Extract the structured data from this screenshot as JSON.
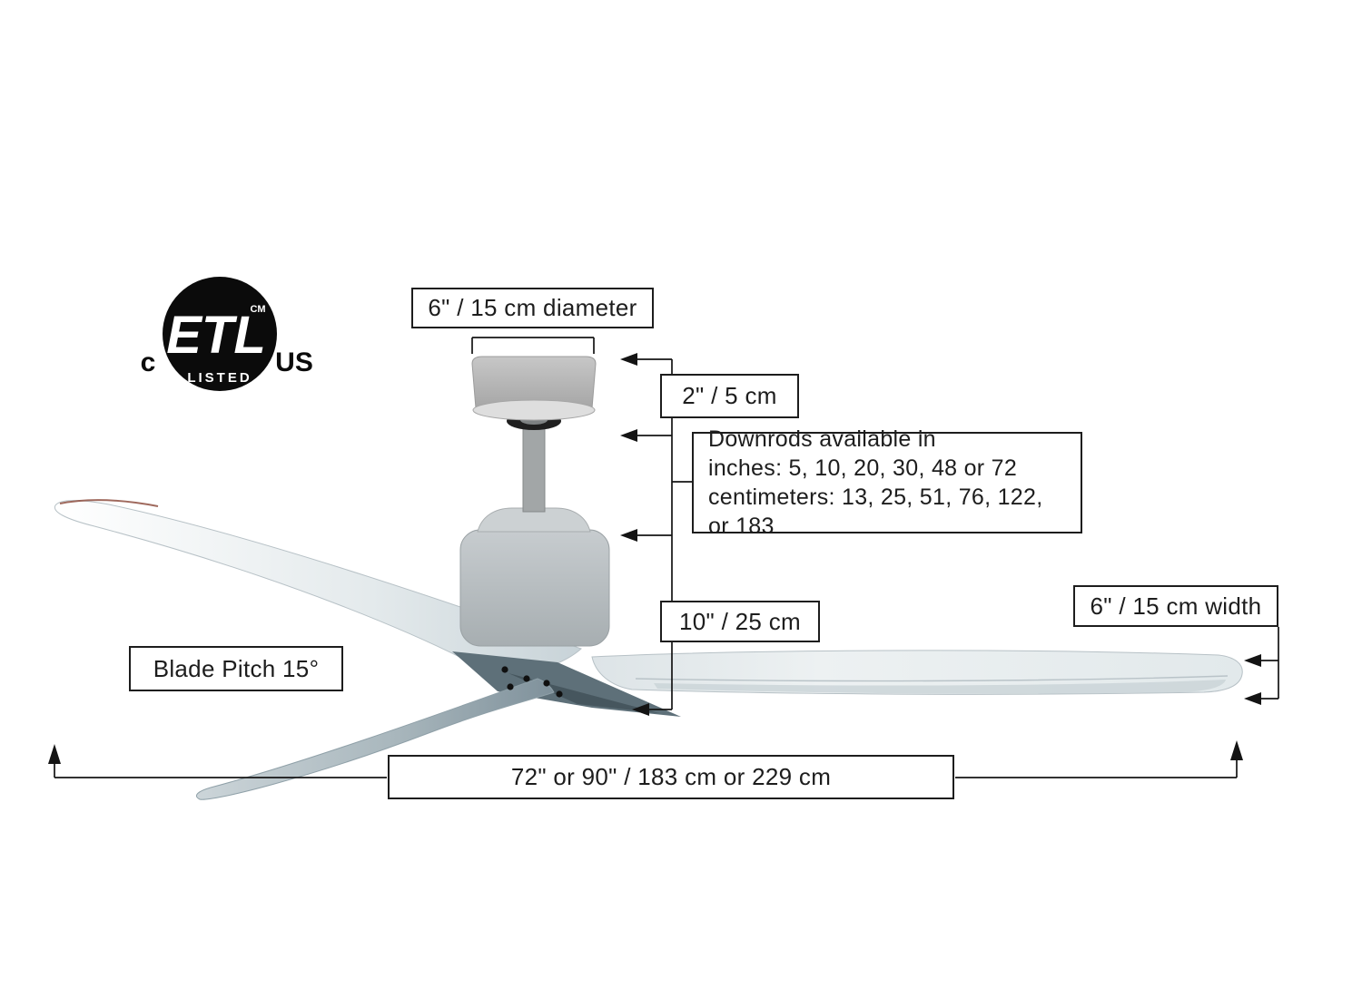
{
  "logo": {
    "etl": "ETL",
    "cm": "CM",
    "listed": "LISTED",
    "c": "c",
    "us": "US"
  },
  "labels": {
    "canopy_diameter": "6\" / 15 cm diameter",
    "canopy_height": "2\" / 5 cm",
    "downrods": {
      "line1": "Downrods available in",
      "line2": "inches: 5, 10, 20, 30, 48 or 72",
      "line3": "centimeters: 13, 25, 51, 76, 122, or 183"
    },
    "motor_height": "10\" / 25 cm",
    "blade_width": "6\" / 15 cm width",
    "blade_pitch": "Blade Pitch 15°",
    "fan_span": "72\" or 90\" / 183 cm or 229 cm"
  },
  "colors": {
    "line": "#1d1d1d",
    "canopy": "#b5b5b5",
    "motor_light": "#c7cccf",
    "motor_dark": "#a7aeb1",
    "blade_light": "#e9eef0",
    "blade_mid": "#cfd9dd",
    "blade_dark": "#7f919b",
    "hub_shadow": "#5e7079",
    "tip_accent": "#8e4f41"
  }
}
